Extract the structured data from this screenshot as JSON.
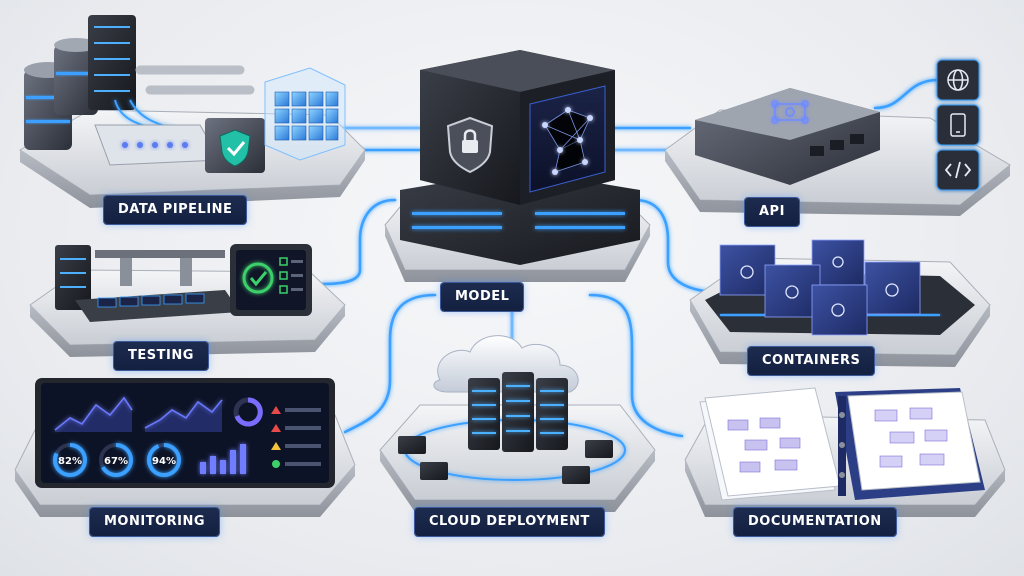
{
  "labels": {
    "data_pipeline": "DATA PIPELINE",
    "model": "MODEL",
    "api": "API",
    "testing": "TESTING",
    "containers": "CONTAINERS",
    "monitoring": "MONITORING",
    "cloud_deployment": "CLOUD DEPLOYMENT",
    "documentation": "DOCUMENTATION"
  },
  "monitoring_dashboard": {
    "gauges": [
      "82%",
      "67%",
      "94%"
    ]
  },
  "api_endpoints": {
    "icons": [
      "globe-icon",
      "mobile-icon",
      "code-icon"
    ]
  },
  "colors": {
    "accent_glow": "#3aa0ff",
    "label_bg": "#1d2b4f",
    "label_text": "#ffffff",
    "container_blue": "#2c3f86",
    "check_green": "#3ccf6a",
    "alert_red": "#e84a4a",
    "alert_yellow": "#f2c23a"
  }
}
